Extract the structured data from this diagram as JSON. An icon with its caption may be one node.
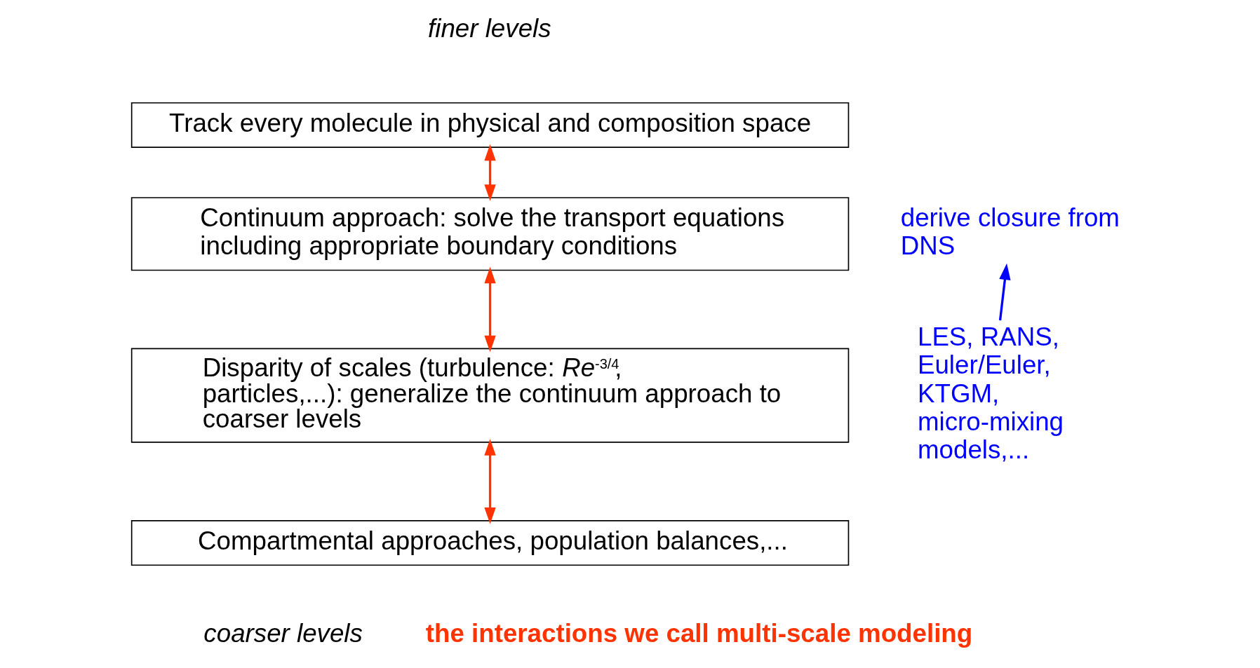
{
  "diagram": {
    "nodes": [
      {
        "text": [
          "Track every molecule in physical and composition space"
        ]
      },
      {
        "text": [
          "Continuum approach: solve the transport equations including appropriate boundary conditions"
        ]
      },
      {
        "text": [
          "Disparity of scales (turbulence: *Re*$^{-3/4}$, particles,...): generalize the continuum approach to coarser levels"
        ]
      },
      {
        "text": [
          "Compartmental approaches, population balances,..."
        ]
      },
      {
        "text": [
          "derive closure from DNS"
        ]
      },
      {
        "text": [
          "LES, RANS, Euler/Euler, KTGM, micro-mixing models,..."
        ]
      }
    ],
    "edges": [
      {
        "from": 0,
        "to": 1,
        "arrow": "both",
        "color": "#ff3300"
      },
      {
        "from": 1,
        "to": 2,
        "arrow": "both",
        "color": "#ff3300"
      },
      {
        "from": 2,
        "to": 3,
        "arrow": "both",
        "color": "#ff3300"
      },
      {
        "from": 5,
        "to": 4,
        "arrow": "to",
        "color": "#0000ff"
      }
    ],
    "labels": [
      "finer levels",
      "coarser levels",
      "the interactions we call multi-scale modeling"
    ]
  }
}
